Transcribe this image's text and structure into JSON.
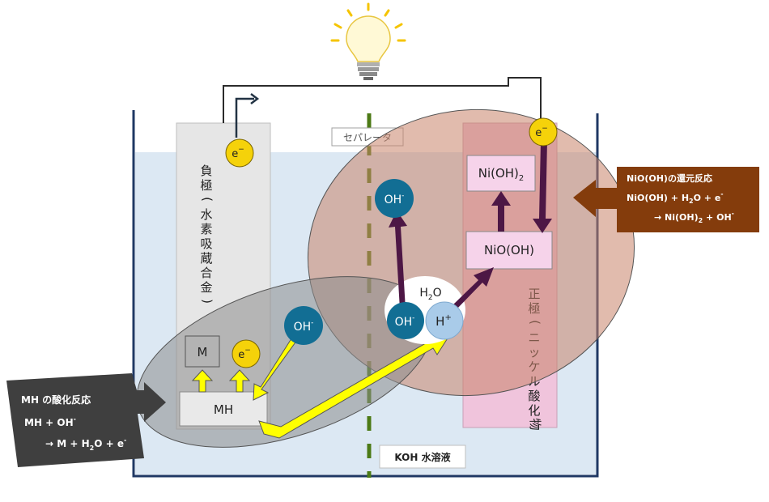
{
  "labels": {
    "separator": "セパレータ",
    "anode_vertical": [
      "負",
      "極",
      "(",
      "水",
      "素",
      "吸",
      "蔵",
      "合",
      "金",
      ")"
    ],
    "cathode_vertical": [
      "正",
      "極",
      "(",
      "ニ",
      "ッ",
      "ケ",
      "ル",
      "酸",
      "化",
      "物",
      ")"
    ],
    "electrolyte": "KOH 水溶液",
    "water": "H",
    "water_sub": "2",
    "water_tail": "O"
  },
  "species": {
    "electron": "e",
    "electron_charge": "−",
    "hydroxide": "OH",
    "hydroxide_charge": "-",
    "proton": "H",
    "proton_charge": "+",
    "metal": "M",
    "metal_hydride": "MH",
    "nickel_hydroxide": "Ni(OH)",
    "nickel_hydroxide_sub": "2",
    "nickel_oxyhydroxide": "NiO(OH)"
  },
  "left_callout": {
    "title": "MH の酸化反応",
    "line1_a": "MH + OH",
    "line1_sup": "-",
    "line2_a": "→ M + H",
    "line2_sub": "2",
    "line2_b": "O + e",
    "line2_sup": "-"
  },
  "right_callout": {
    "title": "NiO(OH)の還元反応",
    "line1_a": "NiO(OH) + H",
    "line1_sub": "2",
    "line1_b": "O + e",
    "line1_sup": "-",
    "line2_a": "→ Ni(OH)",
    "line2_sub": "2",
    "line2_b": " + OH",
    "line2_sup": "-"
  },
  "colors": {
    "electrolyte": "#dce8f3",
    "anode": "#e6e6e6",
    "cathode": "#f0c4dc",
    "electron": "#f5d20a",
    "hydroxide": "#126e94",
    "proton": "#a9cbe9",
    "yellow_arrow": "#ffff00",
    "purple_arrow": "#4d1745",
    "separator": "#4c7a16",
    "left_callout": "#3f3f3f",
    "right_callout": "#843c0c"
  }
}
